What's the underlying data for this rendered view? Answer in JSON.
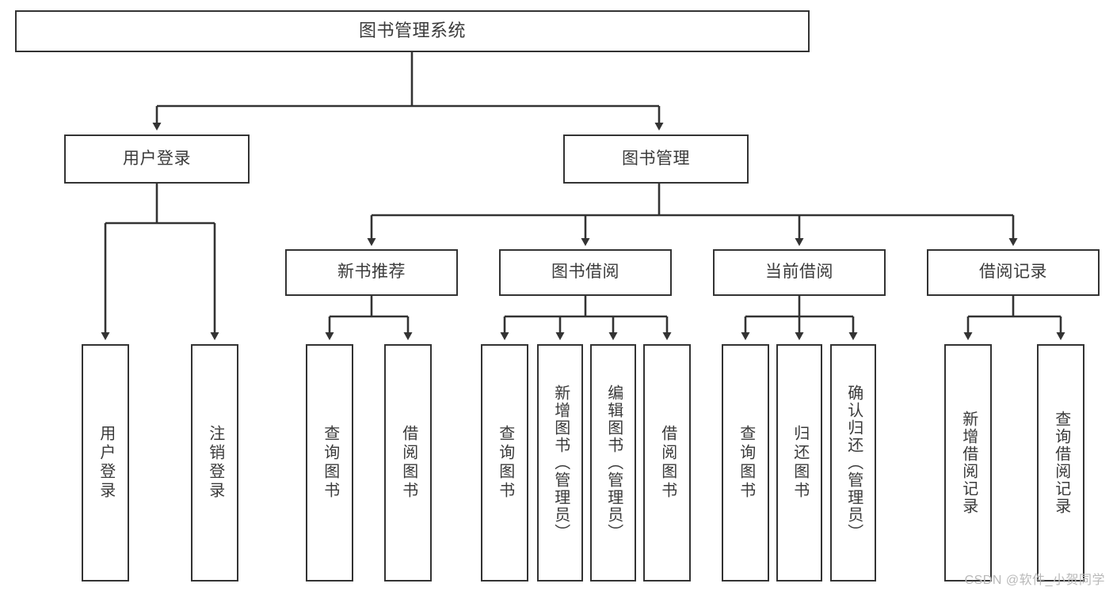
{
  "diagram": {
    "title": "图书管理系统",
    "type": "tree-hierarchy-diagram",
    "colors": {
      "box_border": "#333333",
      "box_fill": "#ffffff",
      "connector": "#333333",
      "text": "#3a3a3a",
      "watermark": "#b9b9b9",
      "background": "#ffffff"
    },
    "levels": {
      "level1": [
        "图书管理系统"
      ],
      "level2": [
        "用户登录",
        "图书管理"
      ],
      "level3": [
        "新书推荐",
        "图书借阅",
        "当前借阅",
        "借阅记录"
      ],
      "level4": [
        "用户登录",
        "注销登录",
        "查询图书",
        "借阅图书",
        "查询图书",
        "新增图书（管理员）",
        "编辑图书（管理员）",
        "借阅图书",
        "查询图书",
        "归还图书",
        "确认归还（管理员）",
        "新增借阅记录",
        "查询借阅记录"
      ]
    },
    "nodes": {
      "root": {
        "label": "图书管理系统"
      },
      "user_login": {
        "label": "用户登录"
      },
      "book_mgmt": {
        "label": "图书管理"
      },
      "new_book_rec": {
        "label": "新书推荐"
      },
      "book_borrow": {
        "label": "图书借阅"
      },
      "current_borrow": {
        "label": "当前借阅"
      },
      "borrow_record": {
        "label": "借阅记录"
      },
      "leaf_user_login": {
        "label": "用户登录"
      },
      "leaf_logout": {
        "label": "注销登录"
      },
      "leaf_query_book_1": {
        "label": "查询图书"
      },
      "leaf_borrow_book_1": {
        "label": "借阅图书"
      },
      "leaf_query_book_2": {
        "label": "查询图书"
      },
      "leaf_add_book_admin": {
        "label": "新增图书（管理员）"
      },
      "leaf_edit_book_admin": {
        "label": "编辑图书（管理员）"
      },
      "leaf_borrow_book_2": {
        "label": "借阅图书"
      },
      "leaf_query_book_3": {
        "label": "查询图书"
      },
      "leaf_return_book": {
        "label": "归还图书"
      },
      "leaf_confirm_return_admin": {
        "label": "确认归还（管理员）"
      },
      "leaf_add_borrow_record": {
        "label": "新增借阅记录"
      },
      "leaf_query_borrow_record": {
        "label": "查询借阅记录"
      }
    },
    "edges": [
      {
        "from": "图书管理系统",
        "to": "用户登录"
      },
      {
        "from": "图书管理系统",
        "to": "图书管理"
      },
      {
        "from": "用户登录",
        "to": "用户登录"
      },
      {
        "from": "用户登录",
        "to": "注销登录"
      },
      {
        "from": "图书管理",
        "to": "新书推荐"
      },
      {
        "from": "图书管理",
        "to": "图书借阅"
      },
      {
        "from": "图书管理",
        "to": "当前借阅"
      },
      {
        "from": "图书管理",
        "to": "借阅记录"
      },
      {
        "from": "新书推荐",
        "to": "查询图书"
      },
      {
        "from": "新书推荐",
        "to": "借阅图书"
      },
      {
        "from": "图书借阅",
        "to": "查询图书"
      },
      {
        "from": "图书借阅",
        "to": "新增图书（管理员）"
      },
      {
        "from": "图书借阅",
        "to": "编辑图书（管理员）"
      },
      {
        "from": "图书借阅",
        "to": "借阅图书"
      },
      {
        "from": "当前借阅",
        "to": "查询图书"
      },
      {
        "from": "当前借阅",
        "to": "归还图书"
      },
      {
        "from": "当前借阅",
        "to": "确认归还（管理员）"
      },
      {
        "from": "借阅记录",
        "to": "新增借阅记录"
      },
      {
        "from": "借阅记录",
        "to": "查询借阅记录"
      }
    ]
  },
  "watermark": {
    "text": "CSDN @软件_小贺同学"
  }
}
